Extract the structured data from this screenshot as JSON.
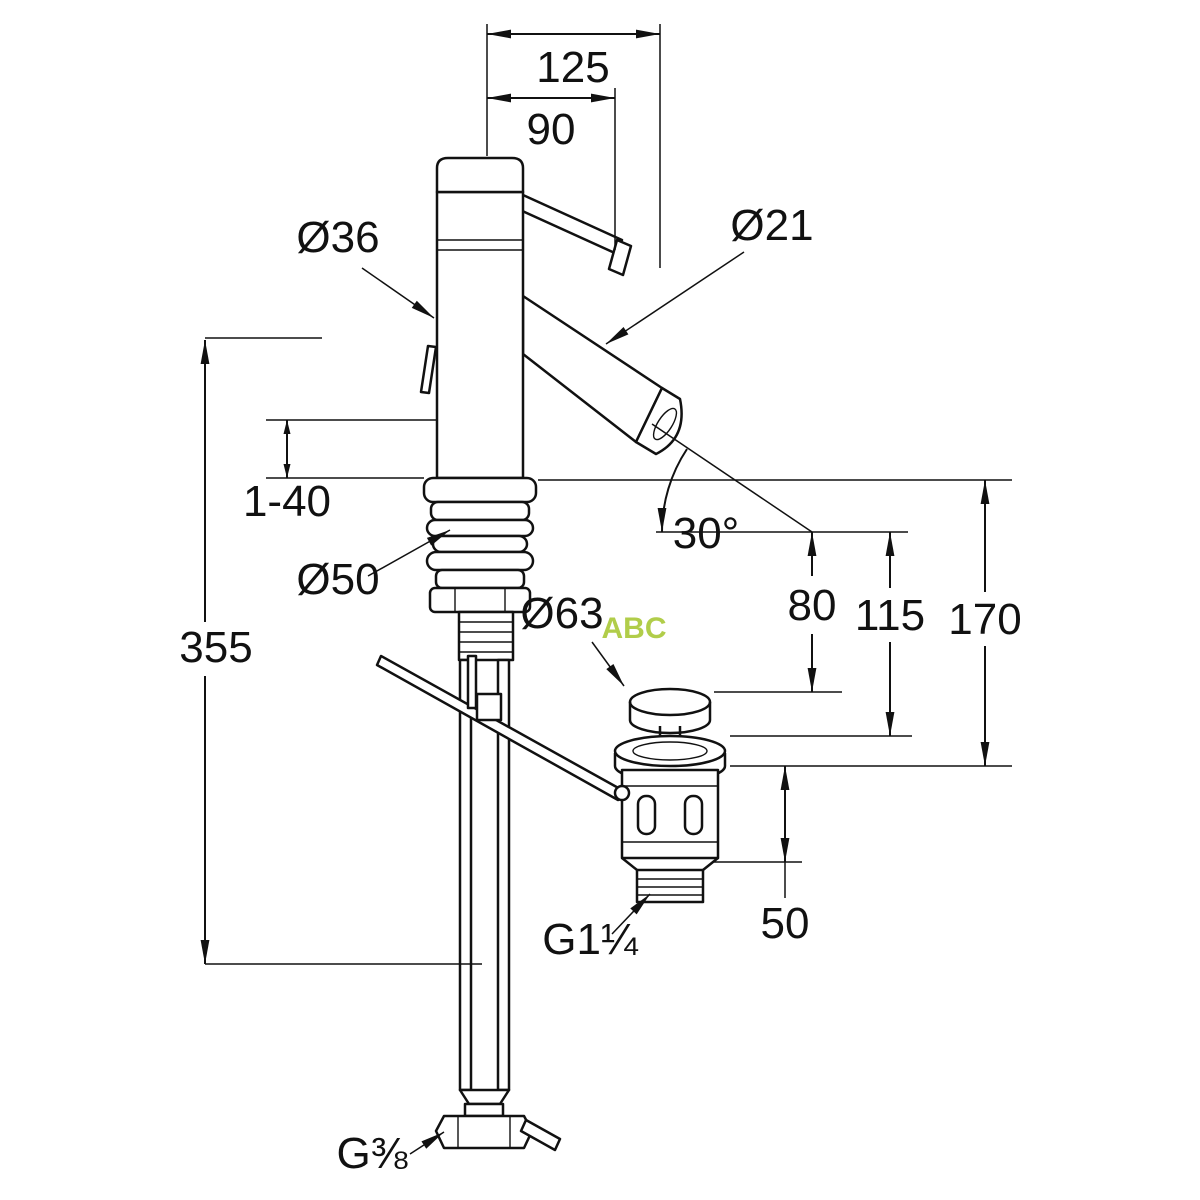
{
  "diagram": {
    "type": "technical dimension drawing",
    "subject": "single-lever mixer tap with pop-up waste",
    "line_color": "#111111",
    "background": "#ffffff",
    "watermark": {
      "text": "ABC",
      "color": "#a9c837"
    },
    "labels": {
      "width_overall": "125",
      "width_handle": "90",
      "dia_body": "Ø36",
      "dia_spout": "Ø21",
      "deck_thickness_range": "1-40",
      "dia_base": "Ø50",
      "height_overall": "355",
      "dia_waste_flange": "Ø63",
      "spout_angle": "30°",
      "height_80": "80",
      "height_115": "115",
      "height_170": "170",
      "waste_height": "50",
      "waste_thread": "G1¼",
      "supply_thread": "G⅜"
    }
  }
}
